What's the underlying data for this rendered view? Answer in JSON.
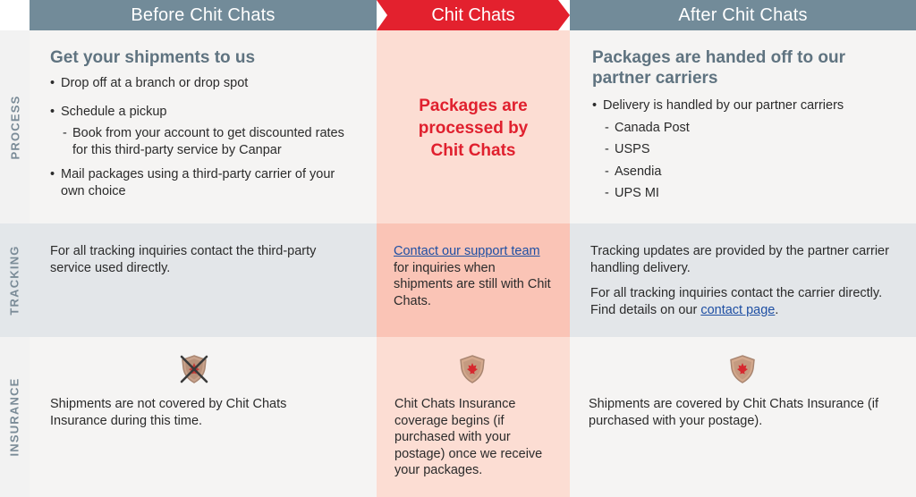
{
  "columns": {
    "before": "Before Chit Chats",
    "middle": "Chit Chats",
    "after": "After Chit Chats"
  },
  "rows": {
    "process": "PROCESS",
    "tracking": "TRACKING",
    "insurance": "INSURANCE"
  },
  "process": {
    "before": {
      "title": "Get your shipments to us",
      "bullet1": "Drop off at a branch or drop spot",
      "bullet2": "Schedule a pickup",
      "sub2": "Book from your account to get discounted rates for this third-party service by Canpar",
      "bullet3": "Mail packages using a third-party carrier of your own choice"
    },
    "middle": {
      "line1": "Packages are",
      "line2": "processed by",
      "line3": "Chit Chats"
    },
    "after": {
      "title": "Packages are handed off to our partner carriers",
      "bullet1": "Delivery is handled by our partner carriers",
      "carriers": [
        "Canada Post",
        "USPS",
        "Asendia",
        "UPS MI"
      ]
    }
  },
  "tracking": {
    "before": "For all tracking inquiries contact the third-party service used directly.",
    "middle_link": "Contact our support team",
    "middle_rest": " for inquiries when shipments are still with Chit Chats.",
    "after_p1": "Tracking updates are provided by the partner carrier handling delivery.",
    "after_p2_start": "For all tracking inquiries contact the carrier directly. Find details on our ",
    "after_p2_link": "contact page",
    "after_p2_end": "."
  },
  "insurance": {
    "before": "Shipments are not covered by Chit Chats Insurance during this time.",
    "middle": "Chit Chats Insurance coverage begins (if purchased with your postage) once we receive your packages.",
    "after": "Shipments are covered by Chit Chats Insurance (if purchased with your postage)."
  },
  "icons": {
    "shield": "maple-leaf-shield-icon",
    "shield_crossed": "crossed-out-shield-icon"
  },
  "colors": {
    "header_grey": "#728b99",
    "header_red": "#e3212e",
    "accent_red": "#e0202e",
    "peach": "#fcddd3",
    "salmon": "#fac4b6",
    "link_blue": "#1e4fa3"
  }
}
